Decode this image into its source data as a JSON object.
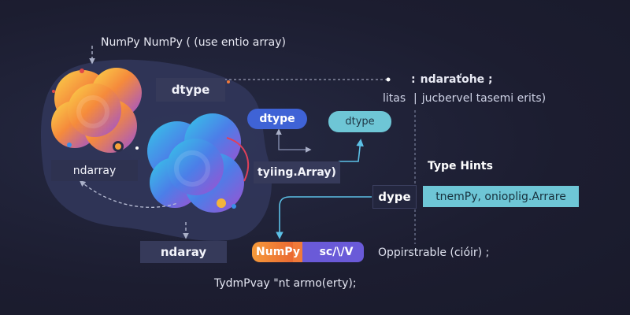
{
  "labels": {
    "top_caption": "NumPy NumPy ( (use entio array)",
    "dtype_main": "dtype",
    "dtype_blue": "dtype",
    "dtype_cyan": "dtype",
    "ndarray_left": "ndarray",
    "typing_array": "tyiing.Array)",
    "ndarray_bottom": "ndaray",
    "numpy_tag": "NumPy",
    "scivi_tag": "sc/\\/V",
    "right_top": "ndaraťohe ;",
    "litas": "litas",
    "right_desc": "jucbervel tasemi erits)",
    "type_hints": "Type Hints",
    "dype": "dype",
    "cyan_label": "tnemPy, onioplig.Arrare",
    "opp_text": "Oppirstrable (cióir) ;",
    "bottom_caption": "TydmPvay \"nt armo(erty);"
  },
  "colors": {
    "background": "#1c1d30",
    "panel": "#363a5a",
    "blue": "#3f63d6",
    "cyan": "#6ec6d6",
    "orange": "#f07a3a",
    "violet": "#6a5ad8"
  }
}
